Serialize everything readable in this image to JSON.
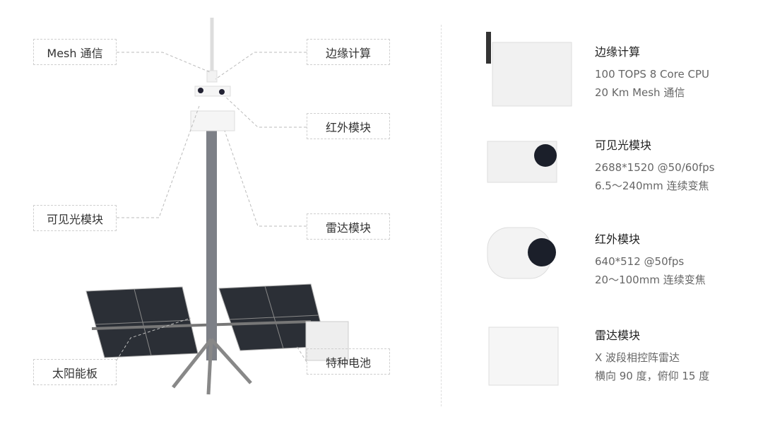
{
  "callouts": {
    "mesh": "Mesh 通信",
    "edge": "边缘计算",
    "infrared": "红外模块",
    "visible": "可见光模块",
    "radar": "雷达模块",
    "solar": "太阳能板",
    "battery": "特种电池"
  },
  "specs": [
    {
      "title": "边缘计算",
      "lines": [
        "100 TOPS 8 Core CPU",
        "20 Km Mesh 通信"
      ]
    },
    {
      "title": "可见光模块",
      "lines": [
        "2688*1520 @50/60fps",
        "6.5～240mm 连续变焦"
      ]
    },
    {
      "title": "红外模块",
      "lines": [
        "640*512 @50fps",
        "20～100mm 连续变焦"
      ]
    },
    {
      "title": "雷达模块",
      "lines": [
        "X 波段相控阵雷达",
        "横向 90 度，俯仰 15 度"
      ]
    }
  ]
}
